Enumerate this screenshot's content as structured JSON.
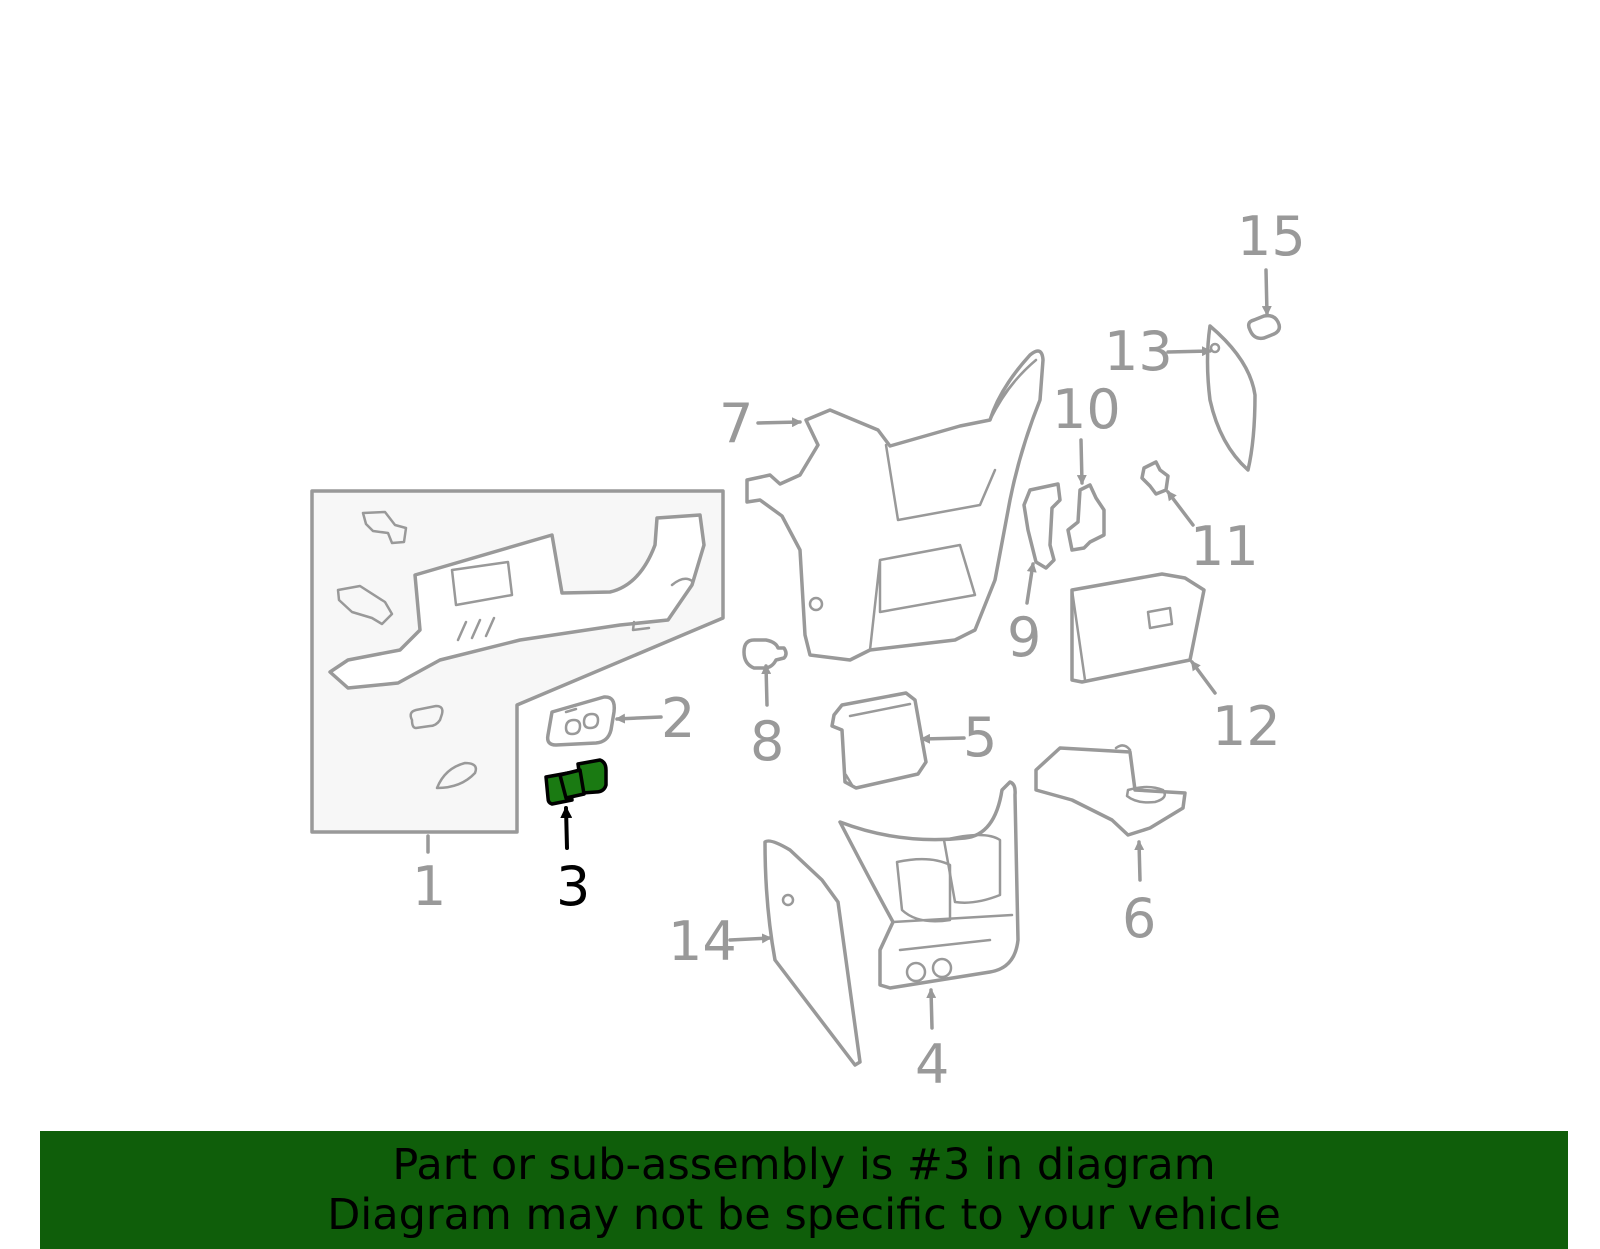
{
  "diagram": {
    "highlighted_part": "3",
    "highlight_color": "#1a7a12",
    "part_color": "#999999",
    "callouts": [
      {
        "id": "1",
        "label": "1"
      },
      {
        "id": "2",
        "label": "2"
      },
      {
        "id": "3",
        "label": "3"
      },
      {
        "id": "4",
        "label": "4"
      },
      {
        "id": "5",
        "label": "5"
      },
      {
        "id": "6",
        "label": "6"
      },
      {
        "id": "7",
        "label": "7"
      },
      {
        "id": "8",
        "label": "8"
      },
      {
        "id": "9",
        "label": "9"
      },
      {
        "id": "10",
        "label": "10"
      },
      {
        "id": "11",
        "label": "11"
      },
      {
        "id": "12",
        "label": "12"
      },
      {
        "id": "13",
        "label": "13"
      },
      {
        "id": "14",
        "label": "14"
      },
      {
        "id": "15",
        "label": "15"
      }
    ]
  },
  "banner": {
    "background": "#0f5e0a",
    "line1": "Part or sub-assembly is #3 in diagram",
    "line2": "Diagram may not be specific to your vehicle"
  }
}
